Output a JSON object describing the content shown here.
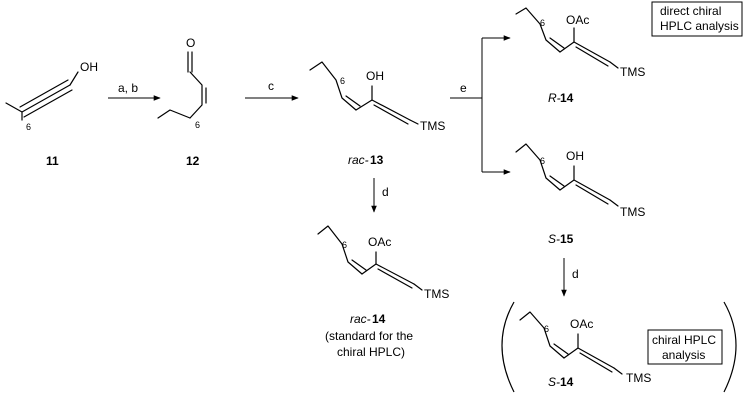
{
  "compounds": {
    "c11": {
      "id": "11",
      "labels": {
        "oh": "OH",
        "chain_sub": "6"
      }
    },
    "c12": {
      "id": "12",
      "labels": {
        "o": "O",
        "chain_sub": "6"
      }
    },
    "rac13": {
      "prefix": "rac-",
      "id": "13",
      "labels": {
        "oh": "OH",
        "tms": "TMS",
        "chain_sub": "6"
      }
    },
    "rac14": {
      "prefix": "rac-",
      "id": "14",
      "note_line1": "(standard for the",
      "note_line2": "chiral HPLC)",
      "labels": {
        "oac": "OAc",
        "tms": "TMS",
        "chain_sub": "6"
      }
    },
    "r14": {
      "prefix": "R-",
      "id": "14",
      "labels": {
        "oac": "OAc",
        "tms": "TMS",
        "chain_sub": "6"
      }
    },
    "s15": {
      "prefix": "S-",
      "id": "15",
      "labels": {
        "oh": "OH",
        "tms": "TMS",
        "chain_sub": "6"
      }
    },
    "s14": {
      "prefix": "S-",
      "id": "14",
      "labels": {
        "oac": "OAc",
        "tms": "TMS",
        "chain_sub": "6"
      }
    }
  },
  "steps": {
    "ab": "a, b",
    "c": "c",
    "d_left": "d",
    "e": "e",
    "d_right": "d"
  },
  "notes": {
    "direct_line1": "direct chiral",
    "direct_line2": "HPLC analysis",
    "chiral_line1": "chiral HPLC",
    "chiral_line2": "analysis"
  }
}
